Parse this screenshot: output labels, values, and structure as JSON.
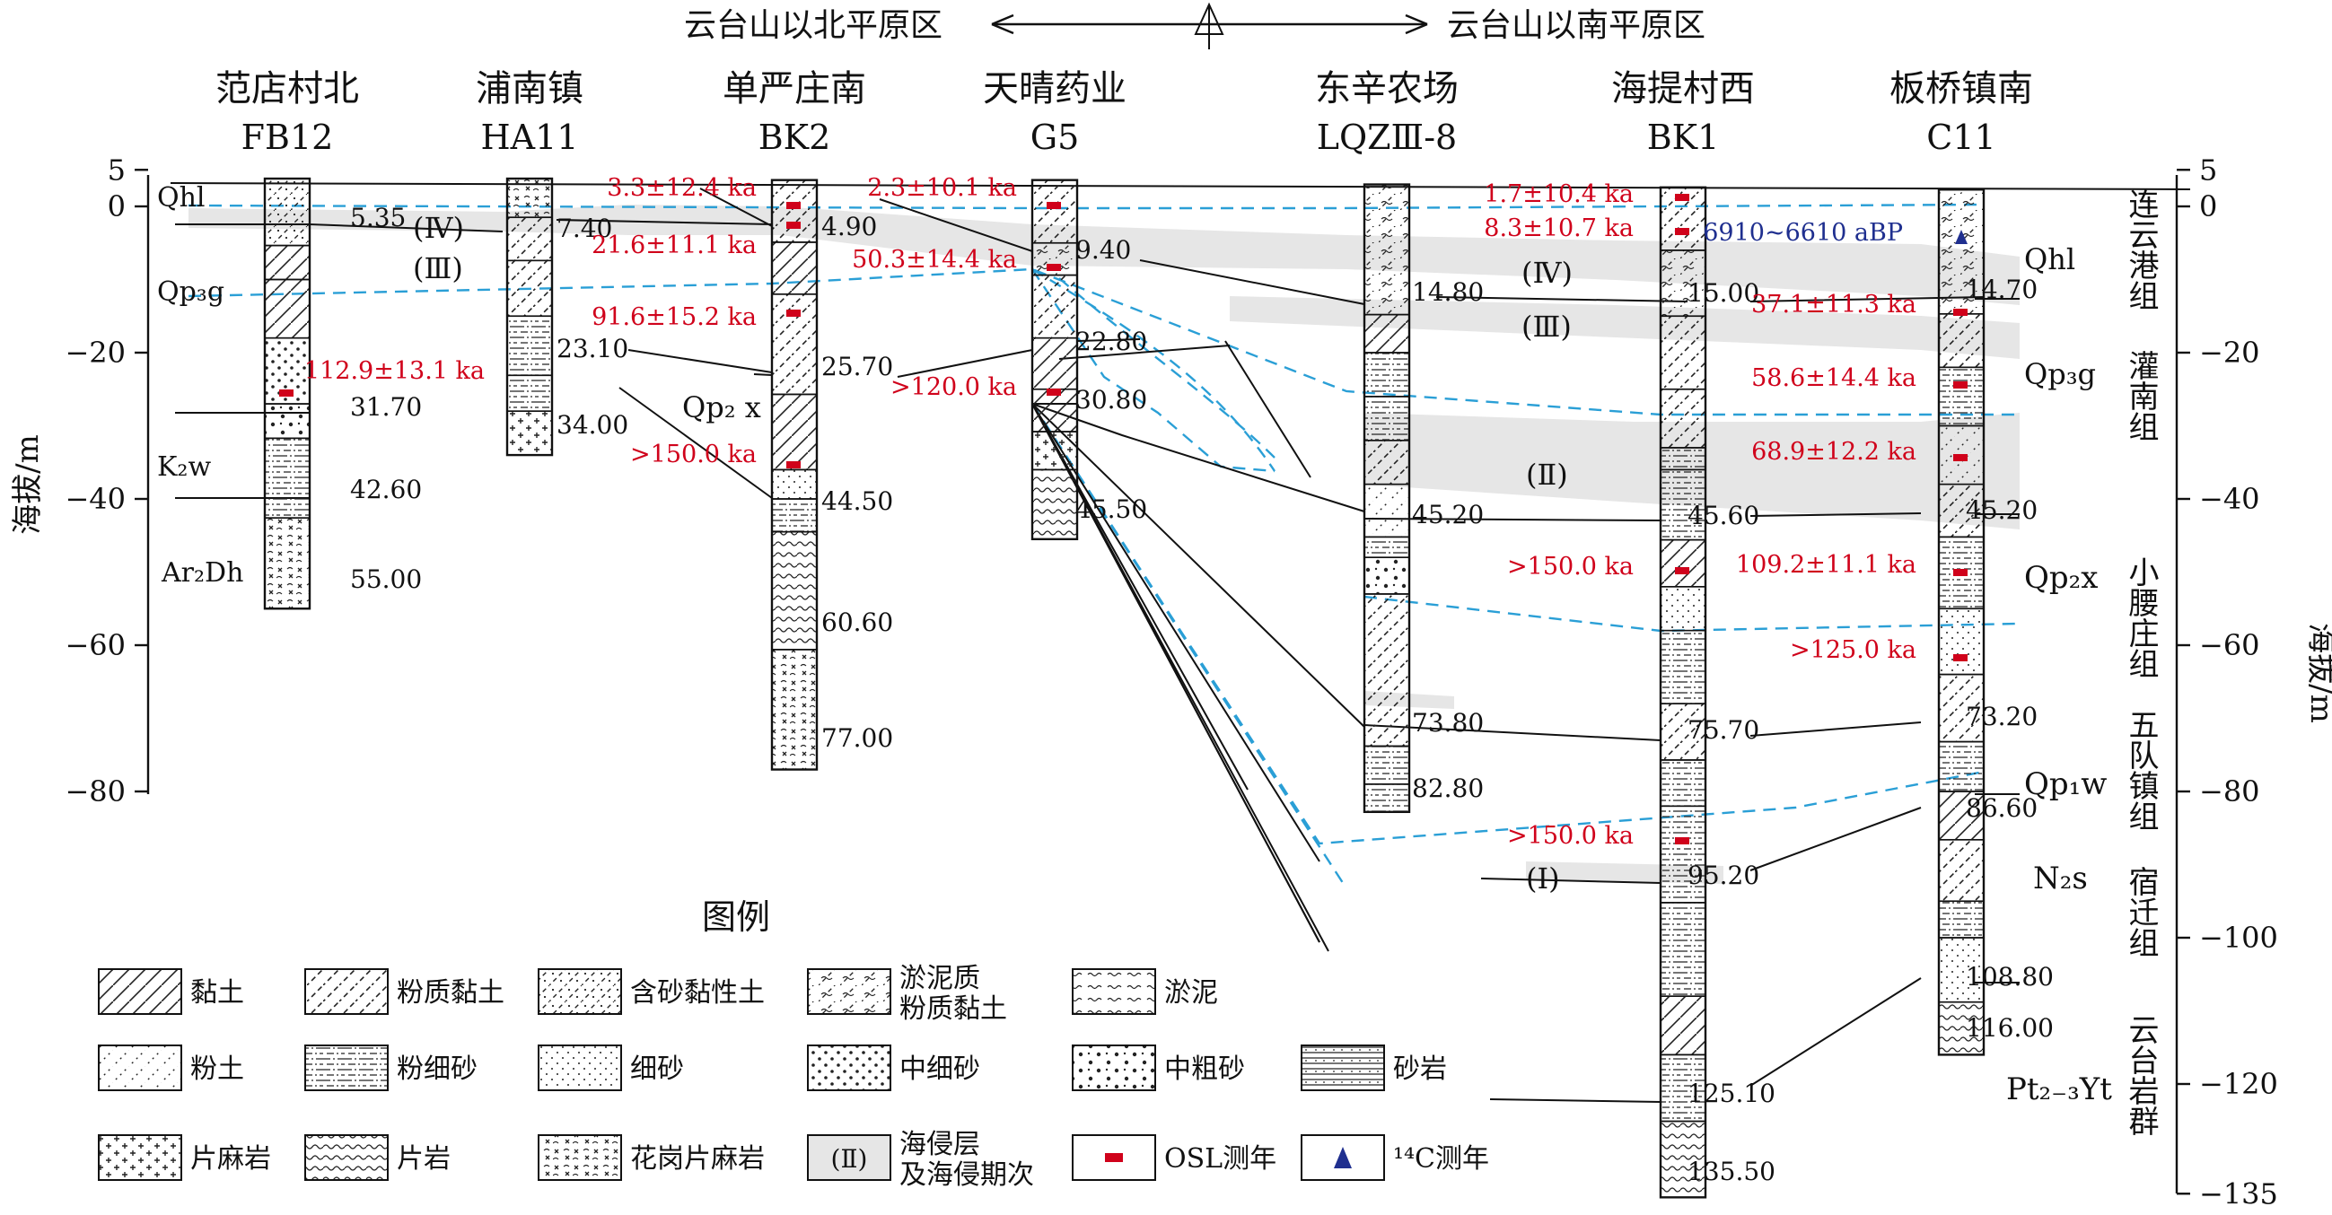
{
  "header": {
    "left": "云台山以北平原区",
    "right": "云台山以南平原区"
  },
  "axis": {
    "label_left": "海拔/m",
    "label_right": "海拔/m",
    "left_ticks": [
      "5",
      "0",
      "−20",
      "−40",
      "−60",
      "−80"
    ],
    "right_ticks": [
      "5",
      "0",
      "−20",
      "−40",
      "−60",
      "−80",
      "−100",
      "−120",
      "−135"
    ]
  },
  "columns": [
    {
      "name": "范店村北",
      "code": "FB12",
      "depths": [
        "5.35",
        "31.70",
        "42.60",
        "55.00"
      ],
      "osl": [
        "112.9±13.1 ka"
      ]
    },
    {
      "name": "浦南镇",
      "code": "HA11",
      "depths": [
        "7.40",
        "23.10",
        "34.00"
      ],
      "osl": []
    },
    {
      "name": "单严庄南",
      "code": "BK2",
      "depths": [
        "4.90",
        "25.70",
        "44.50",
        "60.60",
        "77.00"
      ],
      "osl": [
        "3.3±12.4 ka",
        "21.6±11.1 ka",
        "91.6±15.2 ka",
        ">150.0 ka"
      ]
    },
    {
      "name": "天晴药业",
      "code": "G5",
      "depths": [
        "9.40",
        "22.80",
        "30.80",
        "45.50"
      ],
      "osl": [
        "2.3±10.1 ka",
        "50.3±14.4 ka",
        ">120.0 ka"
      ]
    },
    {
      "name": "东辛农场",
      "code": "LQZⅢ-8",
      "depths": [
        "14.80",
        "45.20",
        "73.80",
        "82.80"
      ],
      "osl": []
    },
    {
      "name": "海提村西",
      "code": "BK1",
      "depths": [
        "15.00",
        "45.60",
        "75.70",
        "95.20",
        "125.10",
        "135.50"
      ],
      "osl": [
        "1.7±10.4 ka",
        "8.3±10.7 ka",
        ">150.0 ka",
        ">150.0 ka"
      ]
    },
    {
      "name": "板桥镇南",
      "code": "C11",
      "depths": [
        "14.70",
        "45.20",
        "73.20",
        "86.60",
        "108.80",
        "116.00"
      ],
      "osl": [
        "37.1±11.3 ka",
        "58.6±14.4 ka",
        "68.9±12.2 ka",
        "109.2±11.1 ka",
        ">125.0 ka"
      ],
      "c14": "6910~6610 aBP"
    }
  ],
  "left_units": {
    "qhl": "Qhl",
    "qp3g": "Qp₃g",
    "k2w": "K₂w",
    "ar2dh": "Ar₂Dh",
    "qp2x": "Qp₂ x"
  },
  "right_units": {
    "qhl": "Qhl",
    "qp3g": "Qp₃g",
    "qp2x": "Qp₂x",
    "qp1w": "Qp₁w",
    "n2s": "N₂s",
    "pt": "Pt₂₋₃Yt"
  },
  "formations": {
    "lianyungang": "连云港组",
    "guannan": "灌南组",
    "xiaoyaozhuang": "小腰庄组",
    "wudui": "五队镇组",
    "suqian": "宿迁组",
    "yuntaiyan": "云台岩群"
  },
  "transgressions": {
    "iv_left": "(Ⅳ)",
    "iii_left": "(Ⅲ)",
    "iv_right": "(Ⅳ)",
    "iii_right": "(Ⅲ)",
    "ii": "(Ⅱ)",
    "i": "(Ⅰ)"
  },
  "legend": {
    "title": "图例",
    "items": [
      {
        "key": "clay",
        "label": "黏土"
      },
      {
        "key": "silty-clay",
        "label": "粉质黏土"
      },
      {
        "key": "sandy-clay",
        "label": "含砂黏性土"
      },
      {
        "key": "mucky-silty-clay",
        "label": "淤泥质",
        "label2": "粉质黏土"
      },
      {
        "key": "mud",
        "label": "淤泥"
      },
      {
        "key": "silt",
        "label": "粉土"
      },
      {
        "key": "silty-fine-sand",
        "label": "粉细砂"
      },
      {
        "key": "fine-sand",
        "label": "细砂"
      },
      {
        "key": "medium-fine-sand",
        "label": "中细砂"
      },
      {
        "key": "medium-coarse-sand",
        "label": "中粗砂"
      },
      {
        "key": "sandstone",
        "label": "砂岩"
      },
      {
        "key": "gneiss",
        "label": "片麻岩"
      },
      {
        "key": "schist",
        "label": "片岩"
      },
      {
        "key": "granite-gneiss",
        "label": "花岗片麻岩"
      },
      {
        "key": "transgression",
        "symbol": "(Ⅱ)",
        "label": "海侵层",
        "label2": "及海侵期次"
      },
      {
        "key": "osl",
        "label": "OSL测年"
      },
      {
        "key": "c14",
        "label": "¹⁴C测年"
      }
    ]
  },
  "colors": {
    "osl": "#d0021b",
    "c14": "#1f2f8f",
    "boundary": "#2a9fd6",
    "transgression_band": "#e6e6e6"
  }
}
